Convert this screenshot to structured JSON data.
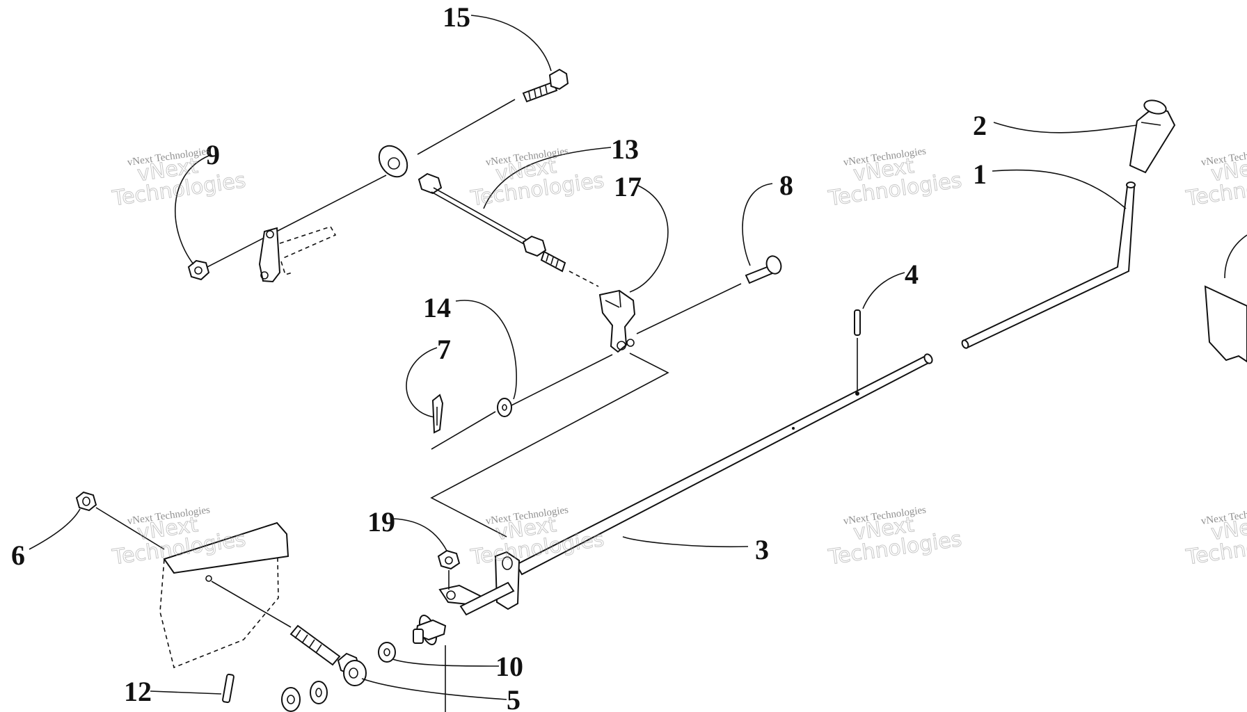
{
  "callouts": [
    {
      "id": "15",
      "label": "15"
    },
    {
      "id": "2",
      "label": "2"
    },
    {
      "id": "9",
      "label": "9"
    },
    {
      "id": "13",
      "label": "13"
    },
    {
      "id": "1",
      "label": "1"
    },
    {
      "id": "17",
      "label": "17"
    },
    {
      "id": "8",
      "label": "8"
    },
    {
      "id": "4",
      "label": "4"
    },
    {
      "id": "14",
      "label": "14"
    },
    {
      "id": "7",
      "label": "7"
    },
    {
      "id": "19",
      "label": "19"
    },
    {
      "id": "3",
      "label": "3"
    },
    {
      "id": "6",
      "label": "6"
    },
    {
      "id": "10",
      "label": "10"
    },
    {
      "id": "12",
      "label": "12"
    },
    {
      "id": "5",
      "label": "5"
    }
  ],
  "watermark": {
    "line1": "vNext Technologies",
    "line2": "vNext\nTechnologies"
  }
}
